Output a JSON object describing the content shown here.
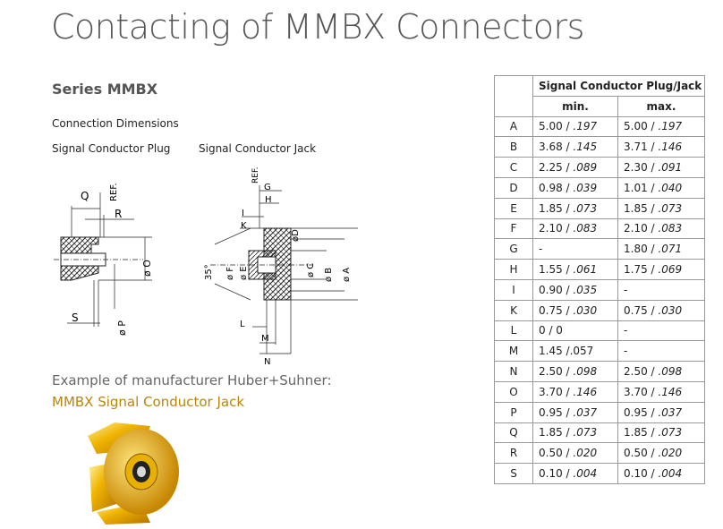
{
  "title": "Contacting of MMBX Connectors",
  "series": "Series MMBX",
  "connection_dimensions": "Connection Dimensions",
  "plug_label": "Signal Conductor Plug",
  "jack_label": "Signal Conductor Jack",
  "example_text": "Example of manufacturer Huber+Suhner:",
  "product_link": "MMBX Signal Conductor Jack",
  "plug_drawing_labels": [
    "Q",
    "REF.",
    "R",
    "ø O",
    "S",
    "ø P"
  ],
  "jack_drawing_labels": [
    "REF.",
    "G",
    "H",
    "I",
    "K",
    "øD",
    "35°",
    "ø F",
    "ø E",
    "ø C",
    "ø B",
    "ø A",
    "L",
    "M",
    "N"
  ],
  "table": {
    "header": "Signal Conductor Plug/Jack",
    "col_min": "min.",
    "col_max": "max.",
    "rows": [
      {
        "label": "A",
        "min": "5.00 / .197",
        "max": "5.00 / .197"
      },
      {
        "label": "B",
        "min": "3.68 / .145",
        "max": "3.71 / .146"
      },
      {
        "label": "C",
        "min": "2.25 / .089",
        "max": "2.30 / .091"
      },
      {
        "label": "D",
        "min": "0.98 / .039",
        "max": "1.01 / .040"
      },
      {
        "label": "E",
        "min": "1.85 / .073",
        "max": "1.85 / .073"
      },
      {
        "label": "F",
        "min": "2.10 / .083",
        "max": "2.10 / .083"
      },
      {
        "label": "G",
        "min": "-",
        "max": "1.80 / .071"
      },
      {
        "label": "H",
        "min": "1.55 / .061",
        "max": "1.75 / .069"
      },
      {
        "label": "I",
        "min": "0.90 / .035",
        "max": "-"
      },
      {
        "label": "K",
        "min": "0.75 / .030",
        "max": "0.75 / .030"
      },
      {
        "label": "L",
        "min": "0 / 0",
        "max": "-"
      },
      {
        "label": "M",
        "min": "1.45 /.057",
        "max": "-"
      },
      {
        "label": "N",
        "min": "2.50 / .098",
        "max": "2.50 / .098"
      },
      {
        "label": "O",
        "min": "3.70 / .146",
        "max": "3.70 / .146"
      },
      {
        "label": "P",
        "min": "0.95 / .037",
        "max": "0.95 / .037"
      },
      {
        "label": "Q",
        "min": "1.85 / .073",
        "max": "1.85 / .073"
      },
      {
        "label": "R",
        "min": "0.50 / .020",
        "max": "0.50 / .020"
      },
      {
        "label": "S",
        "min": "0.10 / .004",
        "max": "0.10 / .004"
      }
    ]
  },
  "colors": {
    "title": "#555555",
    "link": "#b8860b",
    "gold": "#e0a800",
    "table_border": "#999999"
  }
}
